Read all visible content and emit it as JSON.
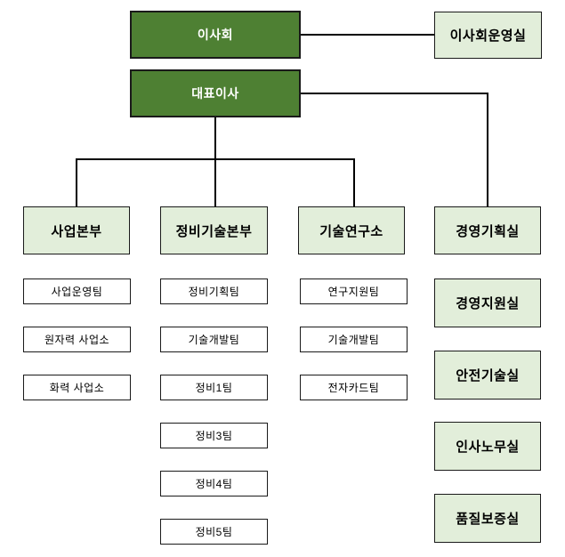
{
  "colors": {
    "dark_green": "#4e8033",
    "light_green": "#e2eeda",
    "border": "#1a1a1a",
    "line": "#000000",
    "dark_text": "#ffffff",
    "light_text": "#000000"
  },
  "org": {
    "board": {
      "label": "이사회"
    },
    "board_office": {
      "label": "이사회운영실"
    },
    "ceo": {
      "label": "대표이사"
    },
    "divisions": [
      {
        "label": "사업본부"
      },
      {
        "label": "정비기술본부"
      },
      {
        "label": "기술연구소"
      },
      {
        "label": "경영기획실"
      }
    ],
    "teams": {
      "business": [
        "사업운영팀",
        "원자력 사업소",
        "화력 사업소"
      ],
      "maintenance_tech": [
        "정비기획팀",
        "기술개발팀",
        "정비1팀",
        "정비3팀",
        "정비4팀",
        "정비5팀"
      ],
      "research": [
        "연구지원팀",
        "기술개발팀",
        "전자카드팀"
      ],
      "management": [
        "경영지원실",
        "안전기술실",
        "인사노무실",
        "품질보증실"
      ]
    }
  }
}
